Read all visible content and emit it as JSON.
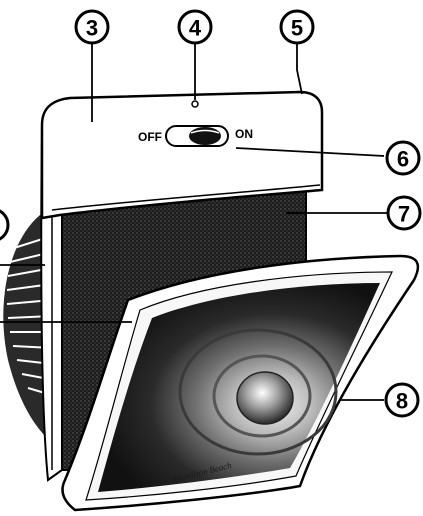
{
  "callouts": [
    {
      "id": "3",
      "label": "3"
    },
    {
      "id": "4",
      "label": "4"
    },
    {
      "id": "5",
      "label": "5"
    },
    {
      "id": "6",
      "label": "6"
    },
    {
      "id": "7",
      "label": "7"
    },
    {
      "id": "8",
      "label": "8"
    }
  ],
  "switch": {
    "off_label": "OFF",
    "on_label": "ON"
  },
  "brand": "Hamilton Beach"
}
